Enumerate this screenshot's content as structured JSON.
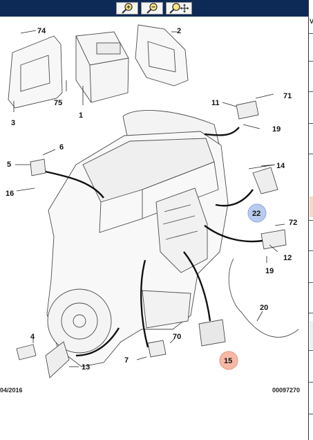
{
  "toolbar": {
    "buttons": [
      {
        "name": "zoom-in",
        "icon": "zoom-in-icon"
      },
      {
        "name": "zoom-out",
        "icon": "zoom-out-icon"
      },
      {
        "name": "zoom-pan",
        "icon": "zoom-move-icon"
      }
    ]
  },
  "side_panel": {
    "label": "V"
  },
  "diagram": {
    "labels": {
      "l1": "1",
      "l2": "2",
      "l3": "3",
      "l4": "4",
      "l5": "5",
      "l6": "6",
      "l7": "7",
      "l11": "11",
      "l12": "12",
      "l13": "13",
      "l14": "14",
      "l15": "15",
      "l16": "16",
      "l19a": "19",
      "l19b": "19",
      "l20": "20",
      "l22": "22",
      "l70": "70",
      "l71": "71",
      "l72": "72",
      "l74": "74",
      "l75": "75"
    },
    "highlight_colors": {
      "blue": "#b9cbee",
      "red": "#f6b9a6"
    }
  },
  "footer": {
    "date": "04/2016",
    "ref": "00097270"
  }
}
